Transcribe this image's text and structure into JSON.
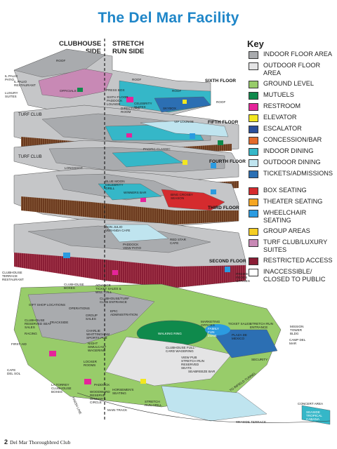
{
  "title": "The Del Mar Facility",
  "sides": {
    "clubhouse": "CLUBHOUSE SIDE",
    "stretch": "STRETCH RUN SIDE"
  },
  "floors": {
    "sixth": "SIXTH FLOOR",
    "fifth": "FIFTH FLOOR",
    "fourth": "FOURTH FLOOR",
    "third": "THIRD FLOOR",
    "second": "SECOND FLOOR"
  },
  "key": {
    "title": "Key",
    "group1": [
      {
        "label": "INDOOR FLOOR AREA",
        "color": "#a9abae"
      },
      {
        "label": "OUTDOOR FLOOR AREA",
        "color": "#e4e4e5"
      },
      {
        "label": "GROUND LEVEL",
        "color": "#98cc6a"
      },
      {
        "label": "MUTUELS",
        "color": "#0f8a4c"
      },
      {
        "label": "RESTROOM",
        "color": "#e5249a"
      },
      {
        "label": "ELEVATOR",
        "color": "#f3e720"
      },
      {
        "label": "ESCALATOR",
        "color": "#2a4f9b"
      },
      {
        "label": "CONCESSION/BAR",
        "color": "#e46a2a"
      },
      {
        "label": "INDOOR DINING",
        "color": "#35b7c8"
      },
      {
        "label": "OUTDOOR DINING",
        "color": "#bfe4ef"
      },
      {
        "label": "TICKETS/ADMISSIONS",
        "color": "#2c6fb3"
      }
    ],
    "group2": [
      {
        "label": "BOX SEATING",
        "color": "#d52b2e"
      },
      {
        "label": "THEATER SEATING",
        "color": "#f6a623"
      },
      {
        "label": "WHEELCHAIR SEATING",
        "color": "#2b9be0"
      },
      {
        "label": "GROUP AREAS",
        "color": "#f5ce23"
      },
      {
        "label": "TURF CLUB/LUXURY SUITES",
        "color": "#c889b5"
      },
      {
        "label": "RESTRICTED ACCESS",
        "color": "#8a1d35"
      },
      {
        "label": "INACCESSIBLE/ CLOSED TO PUBLIC",
        "color": "#ffffff"
      }
    ]
  },
  "labels": {
    "roof1": "ROOF",
    "roof2": "ROOF",
    "roof3": "ROOF",
    "roof4": "ROOF",
    "palio_patio": "IL PALIO PATIO",
    "palio_rest": "IL PALIO RESTAURANT",
    "luxury_suites": "LUXURY SUITES",
    "officials": "OFFICIALS",
    "press_box": "PRESS BOX",
    "paddock_lounge": "SIXTH FLOOR PADDOCK LOUNGE",
    "directors_room": "DIRECTORS' ROOM",
    "celebrity_suites": "CELEBRITY SUITES",
    "skybox": "SKYBOX",
    "turf_club1": "TURF CLUB",
    "turf_club2": "TURF CLUB",
    "vip_lounge": "VIP LOUNGE",
    "pacific_classic": "PACIFIC CLASSIC",
    "longshot": "LONGSHOT",
    "blue_moon": "BLUE MOON CELEBRITY GRILL",
    "winners_bar": "WINNERS BAR",
    "bing_crosby": "BING CROSBY SEASON",
    "don_julio": "DON JULIO VERANDA CAFE",
    "paddock_view": "PADDOCK VIEW PATIO",
    "red_star": "RED STAR CAFE",
    "premier_foods": "PREMIER FOODS OFFICES",
    "terrace_rest": "CLUBHOUSE TERRACE RESTAURANT",
    "clubhouse_boxes": "CLUBHOUSE BOXES",
    "advance_tickets": "ADVANCE TICKET SALES & WILL CALL",
    "turf_entrance": "CLUBHOUSE/TURF CLUB ENTRANCE",
    "gift_shop": "GIFT SHOP LOCATIONS",
    "operations": "OPERATIONS",
    "group_sales": "GROUP SALES",
    "epic_admin": "EPIC ADMINISTRATION",
    "reserved_seat": "CLUBHOUSE RESERVED SEAT SALES",
    "trackside": "TRACKSIDE",
    "racing": "RACING",
    "first_aid": "FIRST AID",
    "charlie": "CHARLIE WHITTINGHAM SPORTS PUB",
    "night_simulcast": "NIGHT SIMULCAST WAGERING",
    "walking_ring": "WALKING RING",
    "marketing": "MARKETING OFFICES",
    "clubhouse_entrance": "CLUBHOUSE FULL-CARD WAGERING",
    "ticket_sales": "TICKET SALES",
    "stretch_entrance": "STRETCH RUN ENTRANCE",
    "plaza": "PLAZA DE MEXICO",
    "camp": "CAMP DEL MAR",
    "mission_tower": "MISSION TOWER BLDG",
    "family_fun": "FAMILY FUN ZONE",
    "security": "SECURITY",
    "stretch_pub": "VIEW PUB STRETCH RUN RESERVED SEATS",
    "seabreeze": "SEABREEZE BAR",
    "cafe_del_sol": "CAFE DEL SOL",
    "la_torrey": "LA TORREY CLUBHOUSE BOXES",
    "locker_rooms": "LOCKER ROOMS",
    "paddock": "PADDOCK",
    "woodward": "WOODWARD RESERVE WINNER'S CIRCLE",
    "horsemen": "HORSEMEN'S SEATING",
    "stretch_grill": "STRETCH RUN GRILL",
    "main_track": "MAIN TRACK",
    "finish_line": "FINISH LINE",
    "concert_area": "CONCERT AREA",
    "tunnel": "TO INFIELD TUNNEL",
    "seaside_terrace": "SEASIDE TERRACE",
    "seaside_cabana": "SEASIDE TROPICAL CABANA"
  },
  "footer": {
    "page_number": "2",
    "text": "Del Mar Thoroughbred Club"
  }
}
